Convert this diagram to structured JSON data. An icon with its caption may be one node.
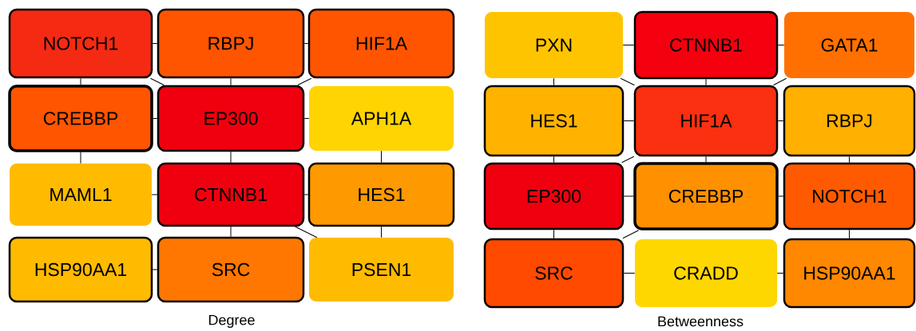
{
  "diagram": {
    "nodes": [
      {
        "text": [
          "NOTCH1"
        ]
      },
      {
        "text": [
          "RBPJ"
        ]
      },
      {
        "text": [
          "HIF1A"
        ]
      },
      {
        "text": [
          "CREBBP"
        ]
      },
      {
        "text": [
          "EP300"
        ]
      },
      {
        "text": [
          "APH1A"
        ]
      },
      {
        "text": [
          "MAML1"
        ]
      },
      {
        "text": [
          "CTNNB1"
        ]
      },
      {
        "text": [
          "HES1"
        ]
      },
      {
        "text": [
          "HSP90AA1"
        ]
      },
      {
        "text": [
          "SRC"
        ]
      },
      {
        "text": [
          "PSEN1"
        ]
      },
      {
        "text": [
          "PXN"
        ]
      },
      {
        "text": [
          "CTNNB1"
        ]
      },
      {
        "text": [
          "GATA1"
        ]
      },
      {
        "text": [
          "HES1"
        ]
      },
      {
        "text": [
          "HIF1A"
        ]
      },
      {
        "text": [
          "RBPJ"
        ]
      },
      {
        "text": [
          "EP300"
        ]
      },
      {
        "text": [
          "CREBBP"
        ]
      },
      {
        "text": [
          "NOTCH1"
        ]
      },
      {
        "text": [
          "SRC"
        ]
      },
      {
        "text": [
          "CRADD"
        ]
      },
      {
        "text": [
          "HSP90AA1"
        ]
      }
    ],
    "edges": [
      {
        "from": 0,
        "to": 1,
        "arrow": "none"
      },
      {
        "from": 1,
        "to": 2,
        "arrow": "none"
      },
      {
        "from": 0,
        "to": 3,
        "arrow": "none"
      },
      {
        "from": 0,
        "to": 4,
        "arrow": "none"
      },
      {
        "from": 1,
        "to": 4,
        "arrow": "none"
      },
      {
        "from": 2,
        "to": 4,
        "arrow": "none"
      },
      {
        "from": 3,
        "to": 4,
        "arrow": "none"
      },
      {
        "from": 4,
        "to": 5,
        "arrow": "none"
      },
      {
        "from": 3,
        "to": 6,
        "arrow": "none"
      },
      {
        "from": 4,
        "to": 7,
        "arrow": "none"
      },
      {
        "from": 5,
        "to": 8,
        "arrow": "none"
      },
      {
        "from": 6,
        "to": 7,
        "arrow": "none"
      },
      {
        "from": 7,
        "to": 8,
        "arrow": "none"
      },
      {
        "from": 8,
        "to": 11,
        "arrow": "none"
      },
      {
        "from": 7,
        "to": 11,
        "arrow": "none"
      },
      {
        "from": 9,
        "to": 10,
        "arrow": "none"
      },
      {
        "from": 7,
        "to": 10,
        "arrow": "none"
      },
      {
        "from": 12,
        "to": 13,
        "arrow": "none"
      },
      {
        "from": 13,
        "to": 14,
        "arrow": "none"
      },
      {
        "from": 12,
        "to": 15,
        "arrow": "none"
      },
      {
        "from": 12,
        "to": 16,
        "arrow": "none"
      },
      {
        "from": 13,
        "to": 16,
        "arrow": "none"
      },
      {
        "from": 14,
        "to": 16,
        "arrow": "none"
      },
      {
        "from": 15,
        "to": 16,
        "arrow": "none"
      },
      {
        "from": 16,
        "to": 17,
        "arrow": "none"
      },
      {
        "from": 15,
        "to": 18,
        "arrow": "none"
      },
      {
        "from": 16,
        "to": 19,
        "arrow": "none"
      },
      {
        "from": 17,
        "to": 20,
        "arrow": "none"
      },
      {
        "from": 16,
        "to": 18,
        "arrow": "none"
      },
      {
        "from": 18,
        "to": 19,
        "arrow": "none"
      },
      {
        "from": 19,
        "to": 20,
        "arrow": "none"
      },
      {
        "from": 18,
        "to": 21,
        "arrow": "none"
      },
      {
        "from": 19,
        "to": 21,
        "arrow": "none"
      },
      {
        "from": 21,
        "to": 22,
        "arrow": "none"
      },
      {
        "from": 22,
        "to": 23,
        "arrow": "none"
      },
      {
        "from": 20,
        "to": 23,
        "arrow": "none"
      }
    ],
    "labels": [
      "Degree",
      "Betweenness"
    ]
  }
}
